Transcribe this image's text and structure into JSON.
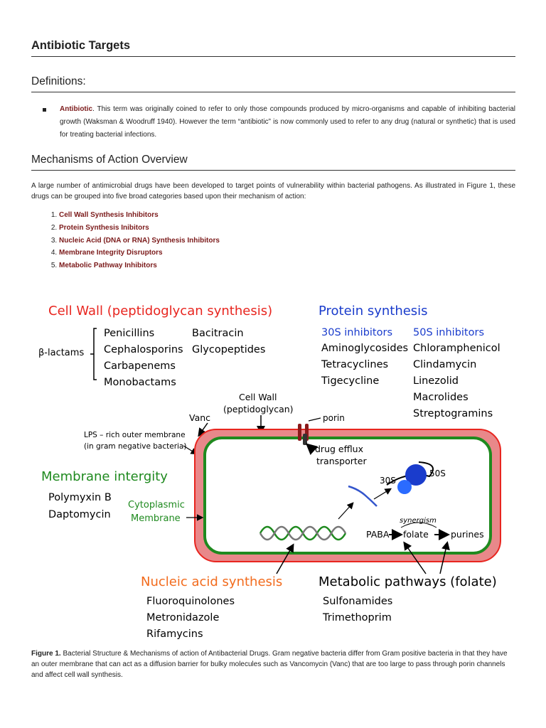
{
  "page": {
    "title": "Antibiotic Targets",
    "definitions_heading": "Definitions:",
    "definition": {
      "term": "Antibiotic",
      "text": ". This term was originally coined to refer to only those compounds produced by micro-organisms and capable of inhibiting bacterial growth (Waksman & Woodruff 1940). However the term “antibiotic” is now commonly used to refer to any drug (natural or synthetic) that is used for treating bacterial infections."
    },
    "mechanisms_heading": "Mechanisms of Action Overview",
    "intro": "A large number of antimicrobial drugs have been developed to target points of vulnerability within bacterial pathogens. As illustrated in Figure 1, these drugs can be grouped into five broad categories based upon their mechanism of action:",
    "mechanisms": [
      "Cell Wall Synthesis Inhibitors",
      "Protein Synthesis Inibitors",
      "Nucleic Acid (DNA or RNA) Synthesis Inhibitors",
      "Membrane Integrity Disruptors",
      "Metabolic Pathway Inhibitors"
    ],
    "caption": {
      "label": "Figure 1.",
      "text": " Bacterial Structure & Mechanisms of action of Antibacterial Drugs. Gram negative bacteria differ from Gram positive bacteria in that they have an outer membrane that can act as a diffusion barrier for bulky molecules such as Vancomycin (Vanc) that are too large to pass through porin channels and affect cell wall synthesis."
    }
  },
  "figure": {
    "colors": {
      "red": "#e8251f",
      "blue": "#1a3ccc",
      "green": "#1f8a1f",
      "orange": "#f26b1d",
      "outer": "#e8888a",
      "inner_wall": "#1a7a1a"
    },
    "cell_wall_title": "Cell Wall (peptidoglycan synthesis)",
    "beta_lactams_label": "β-lactams",
    "beta_lactams": [
      "Penicillins",
      "Cephalosporins",
      "Carbapenems",
      "Monobactams"
    ],
    "other_cell_wall": [
      "Bacitracin",
      "Glycopeptides"
    ],
    "protein_title": "Protein synthesis",
    "s30_title": "30S inhibitors",
    "s30_drugs": [
      "Aminoglycosides",
      "Tetracyclines",
      "Tigecycline"
    ],
    "s50_title": "50S inhibitors",
    "s50_drugs": [
      "Chloramphenicol",
      "Clindamycin",
      "Linezolid",
      "Macrolides",
      "Streptogramins"
    ],
    "cell_wall_label": [
      "Cell Wall",
      "(peptidoglycan)"
    ],
    "vanc_label": "Vanc",
    "porin_label": "porin",
    "lps_label": [
      "LPS – rich outer membrane",
      "(in gram negative bacteria)"
    ],
    "efflux_label": [
      "drug efflux",
      "transporter"
    ],
    "membrane_title": "Membrane intergity",
    "membrane_drugs": [
      "Polymyxin B",
      "Daptomycin"
    ],
    "cytoplasmic_label": [
      "Cytoplasmic",
      "Membrane"
    ],
    "ribosome_30s": "30S",
    "ribosome_50s": "50S",
    "synergism_label": "synergism",
    "paba_label": "PABA",
    "folate_label": "folate",
    "purines_label": "purines",
    "nucleic_title": "Nucleic acid synthesis",
    "nucleic_drugs": [
      "Fluoroquinolones",
      "Metronidazole",
      "Rifamycins"
    ],
    "metabolic_title": "Metabolic pathways (folate)",
    "metabolic_drugs": [
      "Sulfonamides",
      "Trimethoprim"
    ]
  }
}
